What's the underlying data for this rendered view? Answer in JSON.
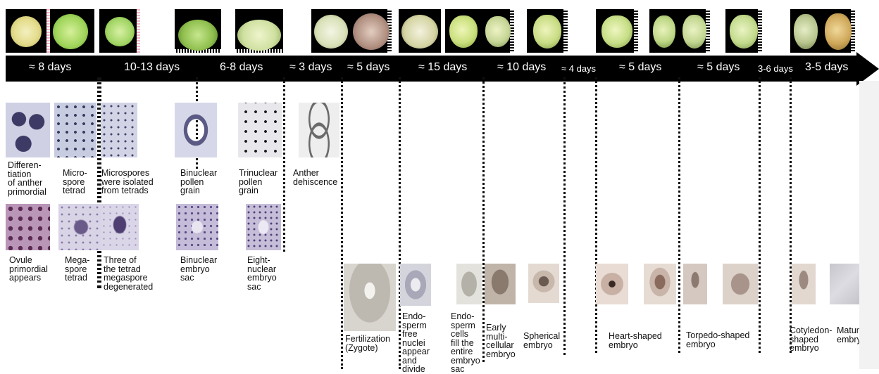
{
  "timeline": {
    "durations": [
      "≈ 8 days",
      "10-13 days",
      "6-8 days",
      "≈ 3 days",
      "≈ 5 days",
      "≈ 15 days",
      "≈ 10 days",
      "≈ 4 days",
      "≈ 5 days",
      "≈ 5 days",
      "3-6 days",
      "3-5 days"
    ]
  },
  "anther_row": {
    "labels": [
      "Differen-\ntiation\nof anther\nprimordial",
      "Micro-\nspore\ntetrad",
      "Microspores\nwere isolated\nfrom tetrads",
      "Binuclear\npollen\ngrain",
      "Trinuclear\npollen\ngrain",
      "Anther\ndehiscence"
    ]
  },
  "ovule_row": {
    "labels": [
      "Ovule\nprimordial\nappears",
      "Mega-\nspore\ntetrad",
      "Three of\nthe tetrad\nmegaspore\ndegenerated",
      "Binuclear\nembryo\nsac",
      "Eight-\nnuclear\nembryo\nsac"
    ]
  },
  "embryo_row": {
    "labels": [
      "Fertilization\n(Zygote)",
      "Endo-\nsperm\nfree\nnuclei\nappear\nand\ndivide",
      "Endo-\nsperm\ncells\nfill the\nentire\nembryo\nsac",
      "Early\nmulti-\ncellular\nembryo",
      "Spherical\nembryo",
      "Heart-shaped\nembryo",
      "Torpedo-shaped\nembryo",
      "Cotyledon-\nshaped\nembryo",
      "Matured\nembryo"
    ]
  }
}
